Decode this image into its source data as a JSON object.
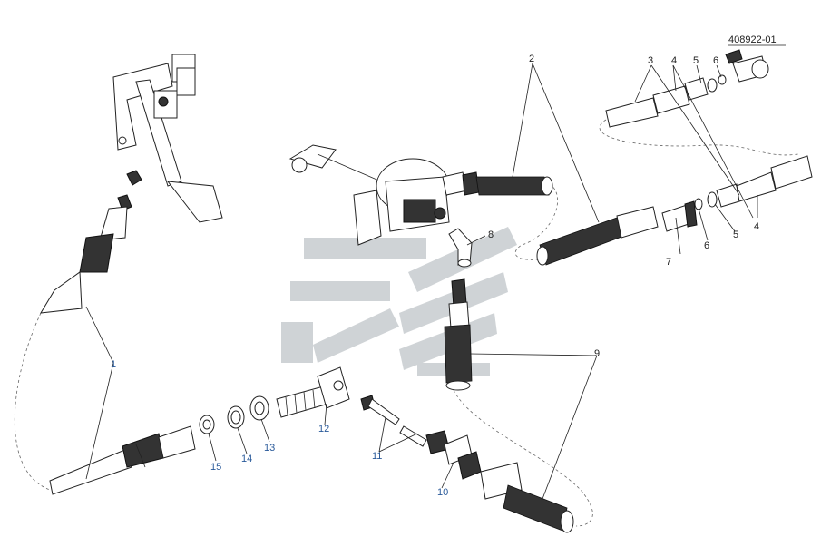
{
  "document": {
    "code": "408922-01"
  },
  "callouts": [
    {
      "id": "c1",
      "text": "1"
    },
    {
      "id": "c2",
      "text": "2"
    },
    {
      "id": "c3",
      "text": "3"
    },
    {
      "id": "c4a",
      "text": "4"
    },
    {
      "id": "c4b",
      "text": "4"
    },
    {
      "id": "c5a",
      "text": "5"
    },
    {
      "id": "c5b",
      "text": "5"
    },
    {
      "id": "c6a",
      "text": "6"
    },
    {
      "id": "c6b",
      "text": "6"
    },
    {
      "id": "c7",
      "text": "7"
    },
    {
      "id": "c8",
      "text": "8"
    },
    {
      "id": "c9",
      "text": "9"
    },
    {
      "id": "c10",
      "text": "10"
    },
    {
      "id": "c11",
      "text": "11"
    },
    {
      "id": "c12",
      "text": "12"
    },
    {
      "id": "c13",
      "text": "13"
    },
    {
      "id": "c14",
      "text": "14"
    },
    {
      "id": "c15",
      "text": "15"
    }
  ],
  "colors": {
    "watermark": "#cfd3d6",
    "callout_blue": "#2a5a9a",
    "line": "#222222"
  }
}
